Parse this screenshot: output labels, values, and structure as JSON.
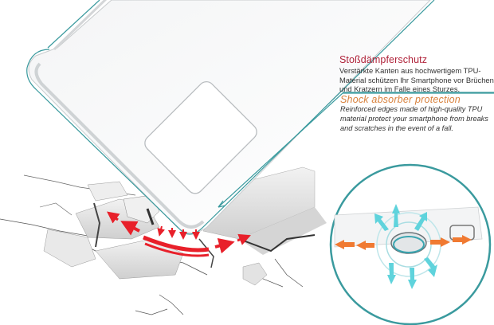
{
  "german": {
    "title": "Stoßdämpferschutz",
    "body": "Verstärkte Kanten aus hochwertigem TPU-Material schützen Ihr Smartphone vor Brüchen und Kratzern im Falle eines Sturzes."
  },
  "english": {
    "title": "Shock absorber protection",
    "body": "Reinforced edges made of high-quality TPU material protect your smartphone from breaks and scratches in the event of a fall."
  },
  "colors": {
    "accent_teal": "#3a9a9e",
    "german_title": "#b0233a",
    "english_title": "#d8813c",
    "impact_red": "#e8202a",
    "deflect_orange": "#f07a32",
    "absorb_cyan": "#5fd3dc"
  },
  "illustration": {
    "subject": "transparent-phone-case-corner-impacting-cracked-ground",
    "detail_callout": "magnified-corner-air-cushion"
  }
}
